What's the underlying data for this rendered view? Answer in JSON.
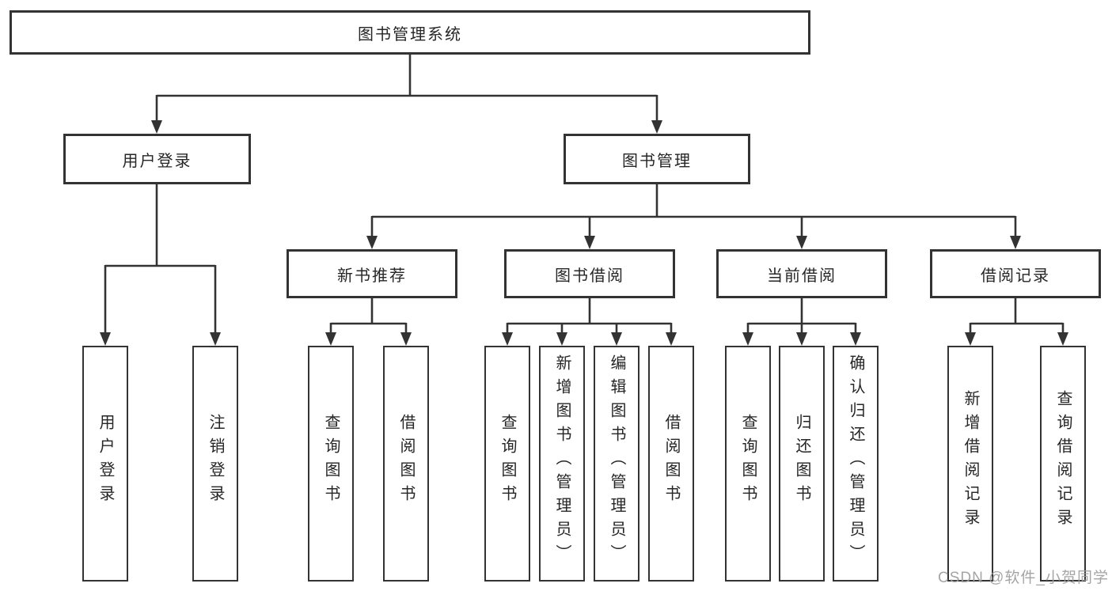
{
  "diagram": {
    "root": {
      "label": "图书管理系统"
    },
    "branches": [
      {
        "label": "用户登录",
        "children": [
          {
            "label": "用户登录"
          },
          {
            "label": "注销登录"
          }
        ]
      },
      {
        "label": "图书管理",
        "children": [
          {
            "label": "新书推荐",
            "children": [
              {
                "label": "查询图书"
              },
              {
                "label": "借阅图书"
              }
            ]
          },
          {
            "label": "图书借阅",
            "children": [
              {
                "label": "查询图书"
              },
              {
                "label": "新增图书（管理员）"
              },
              {
                "label": "编辑图书（管理员）"
              },
              {
                "label": "借阅图书"
              }
            ]
          },
          {
            "label": "当前借阅",
            "children": [
              {
                "label": "查询图书"
              },
              {
                "label": "归还图书"
              },
              {
                "label": "确认归还（管理员）"
              }
            ]
          },
          {
            "label": "借阅记录",
            "children": [
              {
                "label": "新增借阅记录"
              },
              {
                "label": "查询借阅记录"
              }
            ]
          }
        ]
      }
    ]
  },
  "watermark": {
    "text": "CSDN @软件_小贺同学"
  },
  "colors": {
    "line": "#333333",
    "box_border": "#333333",
    "box_background": "#ffffff",
    "text": "#262626",
    "watermark": "#9e9e9e",
    "page_background": "#ffffff"
  }
}
